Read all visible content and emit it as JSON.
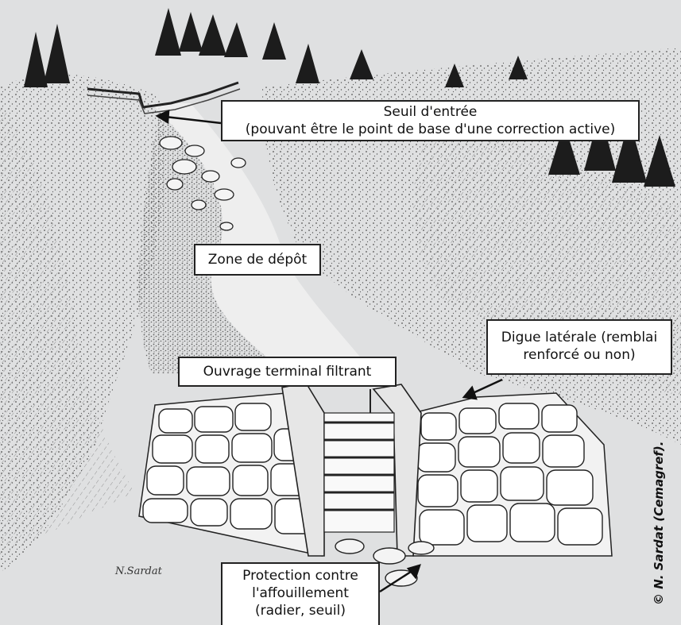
{
  "labels": {
    "seuil_entree": {
      "line1": "Seuil d'entrée",
      "line2": "(pouvant être le point de base d'une correction active)"
    },
    "zone_depot": "Zone de dépôt",
    "digue_laterale": {
      "line1": "Digue latérale (remblai",
      "line2": "renforcé ou non)"
    },
    "ouvrage_terminal": "Ouvrage terminal filtrant",
    "protection": {
      "line1": "Protection contre",
      "line2": "l'affouillement",
      "line3": "(radier, seuil)"
    }
  },
  "signature": "N.Sardat",
  "credit": "© N. Sardat (Cemagref).",
  "colors": {
    "background": "#dfe0e1",
    "ink": "#1a1a1a",
    "label_bg": "#ffffff"
  }
}
